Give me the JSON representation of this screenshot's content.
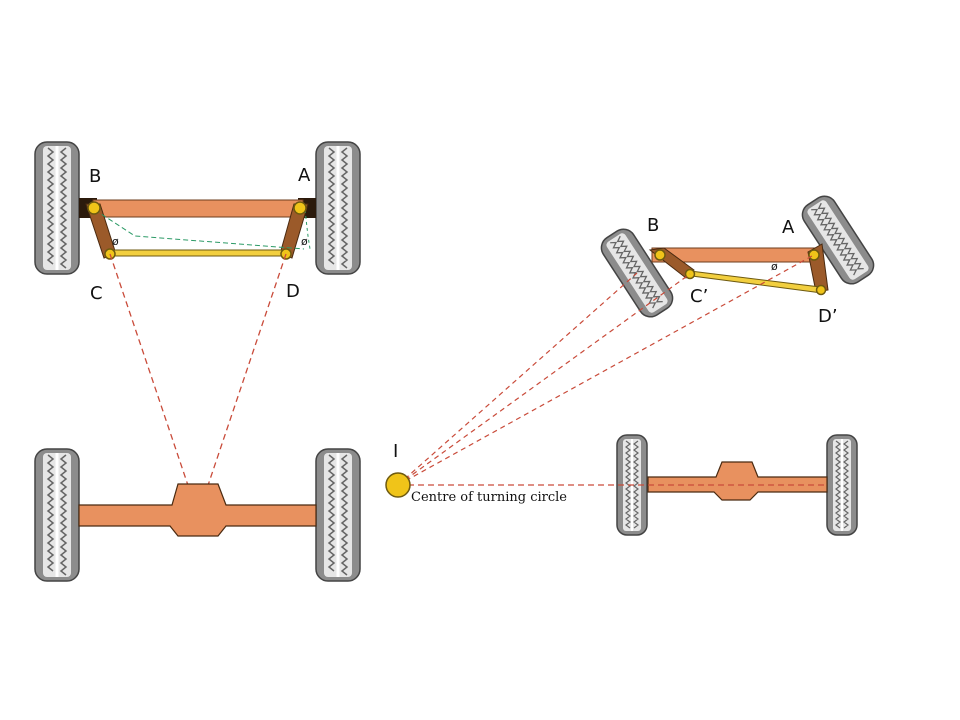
{
  "labels": {
    "straight": {
      "B": "B",
      "A": "A",
      "C": "C",
      "D": "D",
      "angle_left": "ø",
      "angle_right": "ø"
    },
    "turning": {
      "B": "B",
      "A": "A",
      "C": "C’",
      "D": "D’",
      "angle": "ø",
      "I": "I"
    },
    "centre_caption": "Centre of turning circle"
  },
  "colors": {
    "axle": "#e8915f",
    "arm": "#9b5a2a",
    "tie_rod": "#f2cf3f",
    "pivot": "#f0c419",
    "tyre": "#8a8a8a",
    "red_dash": "#c94b3a",
    "green_dash": "#2c9a66"
  }
}
